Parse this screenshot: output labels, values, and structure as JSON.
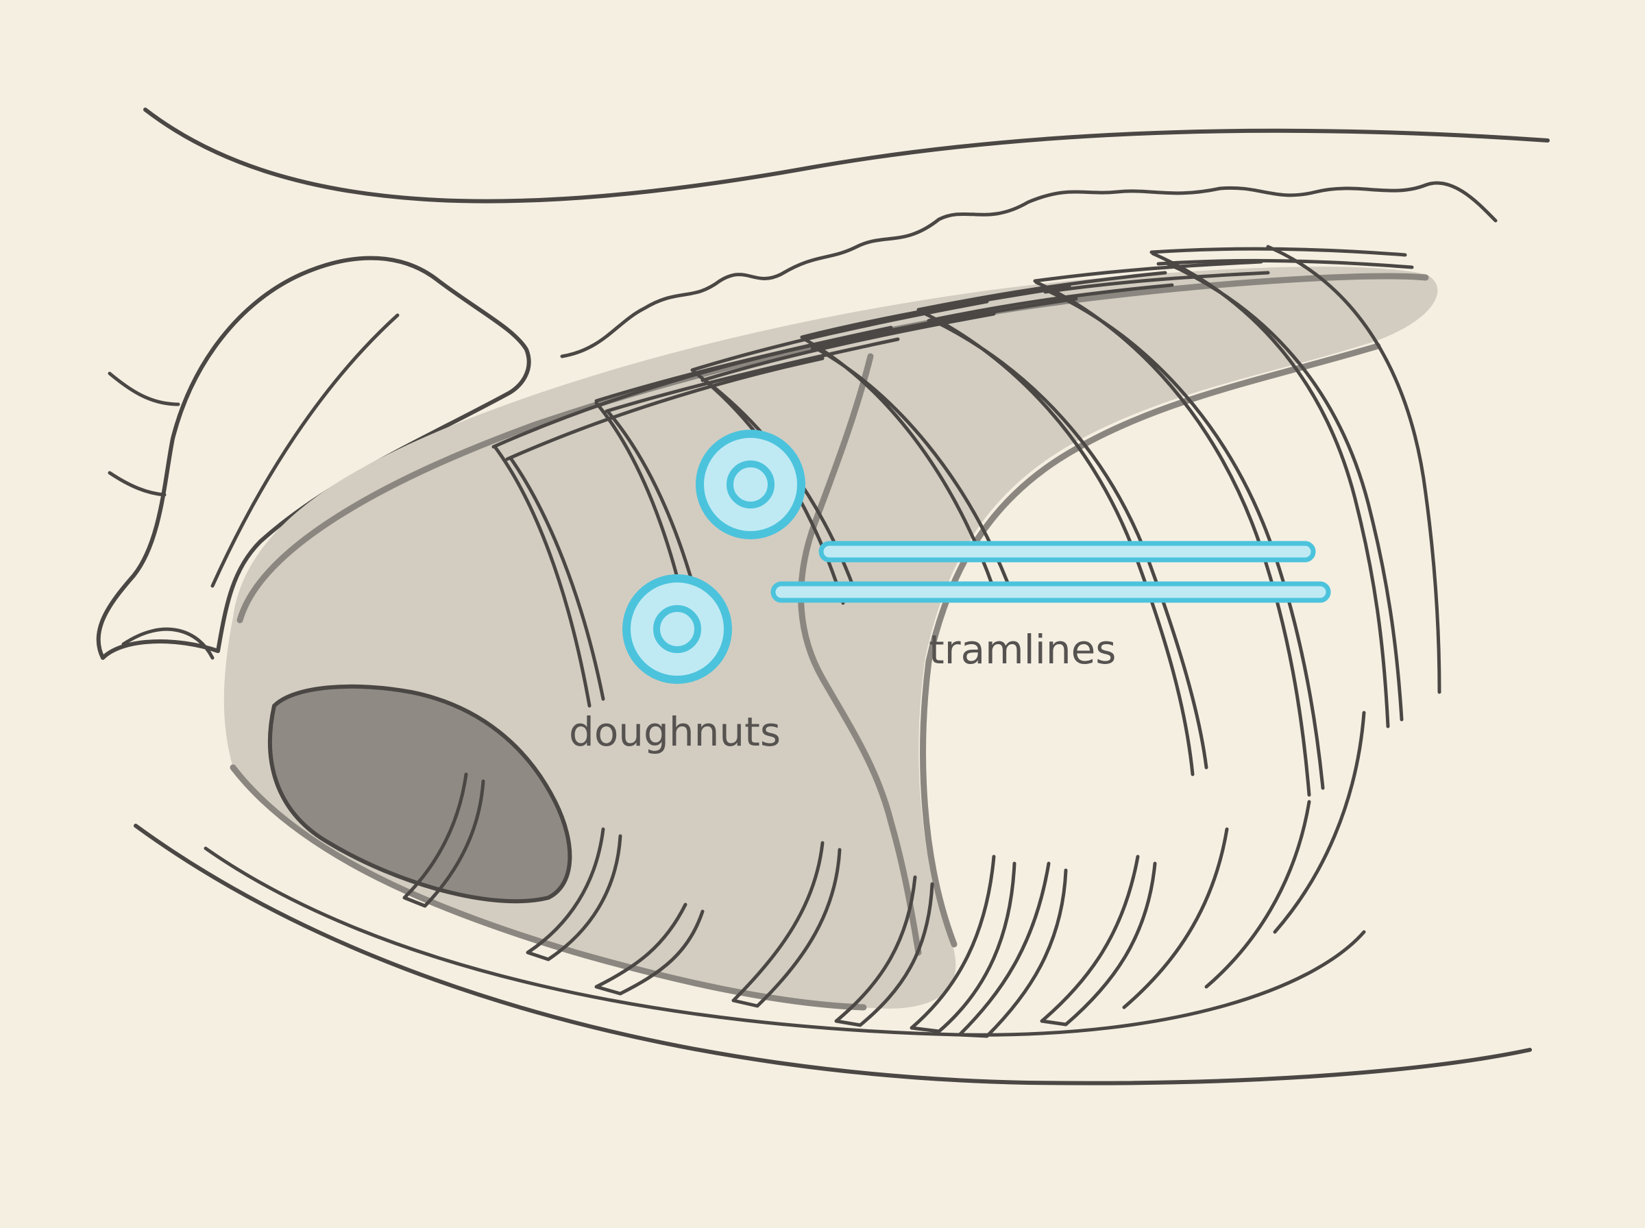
{
  "colors": {
    "background": "#f5efe2",
    "outline": "#4a4744",
    "lung_fill": "#d3cdc1",
    "heart_fill": "#8f8b84",
    "marker_stroke": "#4cc3dc",
    "marker_fill": "#bfeaf4",
    "label_text": "#555250"
  },
  "labels": {
    "doughnuts": "doughnuts",
    "tramlines": "tramlines"
  },
  "markers": {
    "doughnut_count": 2,
    "tramline_count": 2
  }
}
